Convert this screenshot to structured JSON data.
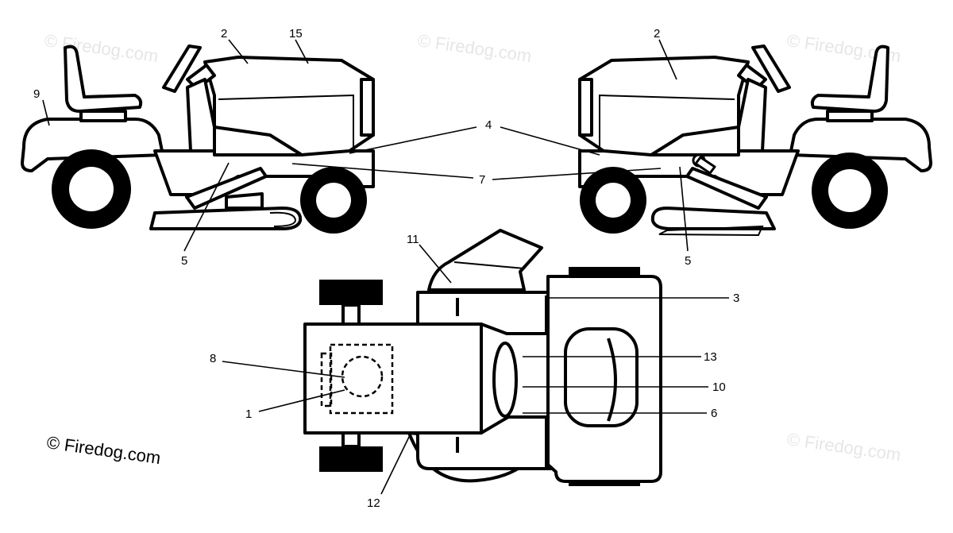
{
  "watermark": "© Firedog.com",
  "credit": "© Firedog.com",
  "callouts": {
    "c1": "1",
    "c2a": "2",
    "c2b": "2",
    "c3": "3",
    "c4": "4",
    "c5a": "5",
    "c5b": "5",
    "c6": "6",
    "c7": "7",
    "c8": "8",
    "c9": "9",
    "c10": "10",
    "c11": "11",
    "c12": "12",
    "c13": "13",
    "c15": "15"
  }
}
